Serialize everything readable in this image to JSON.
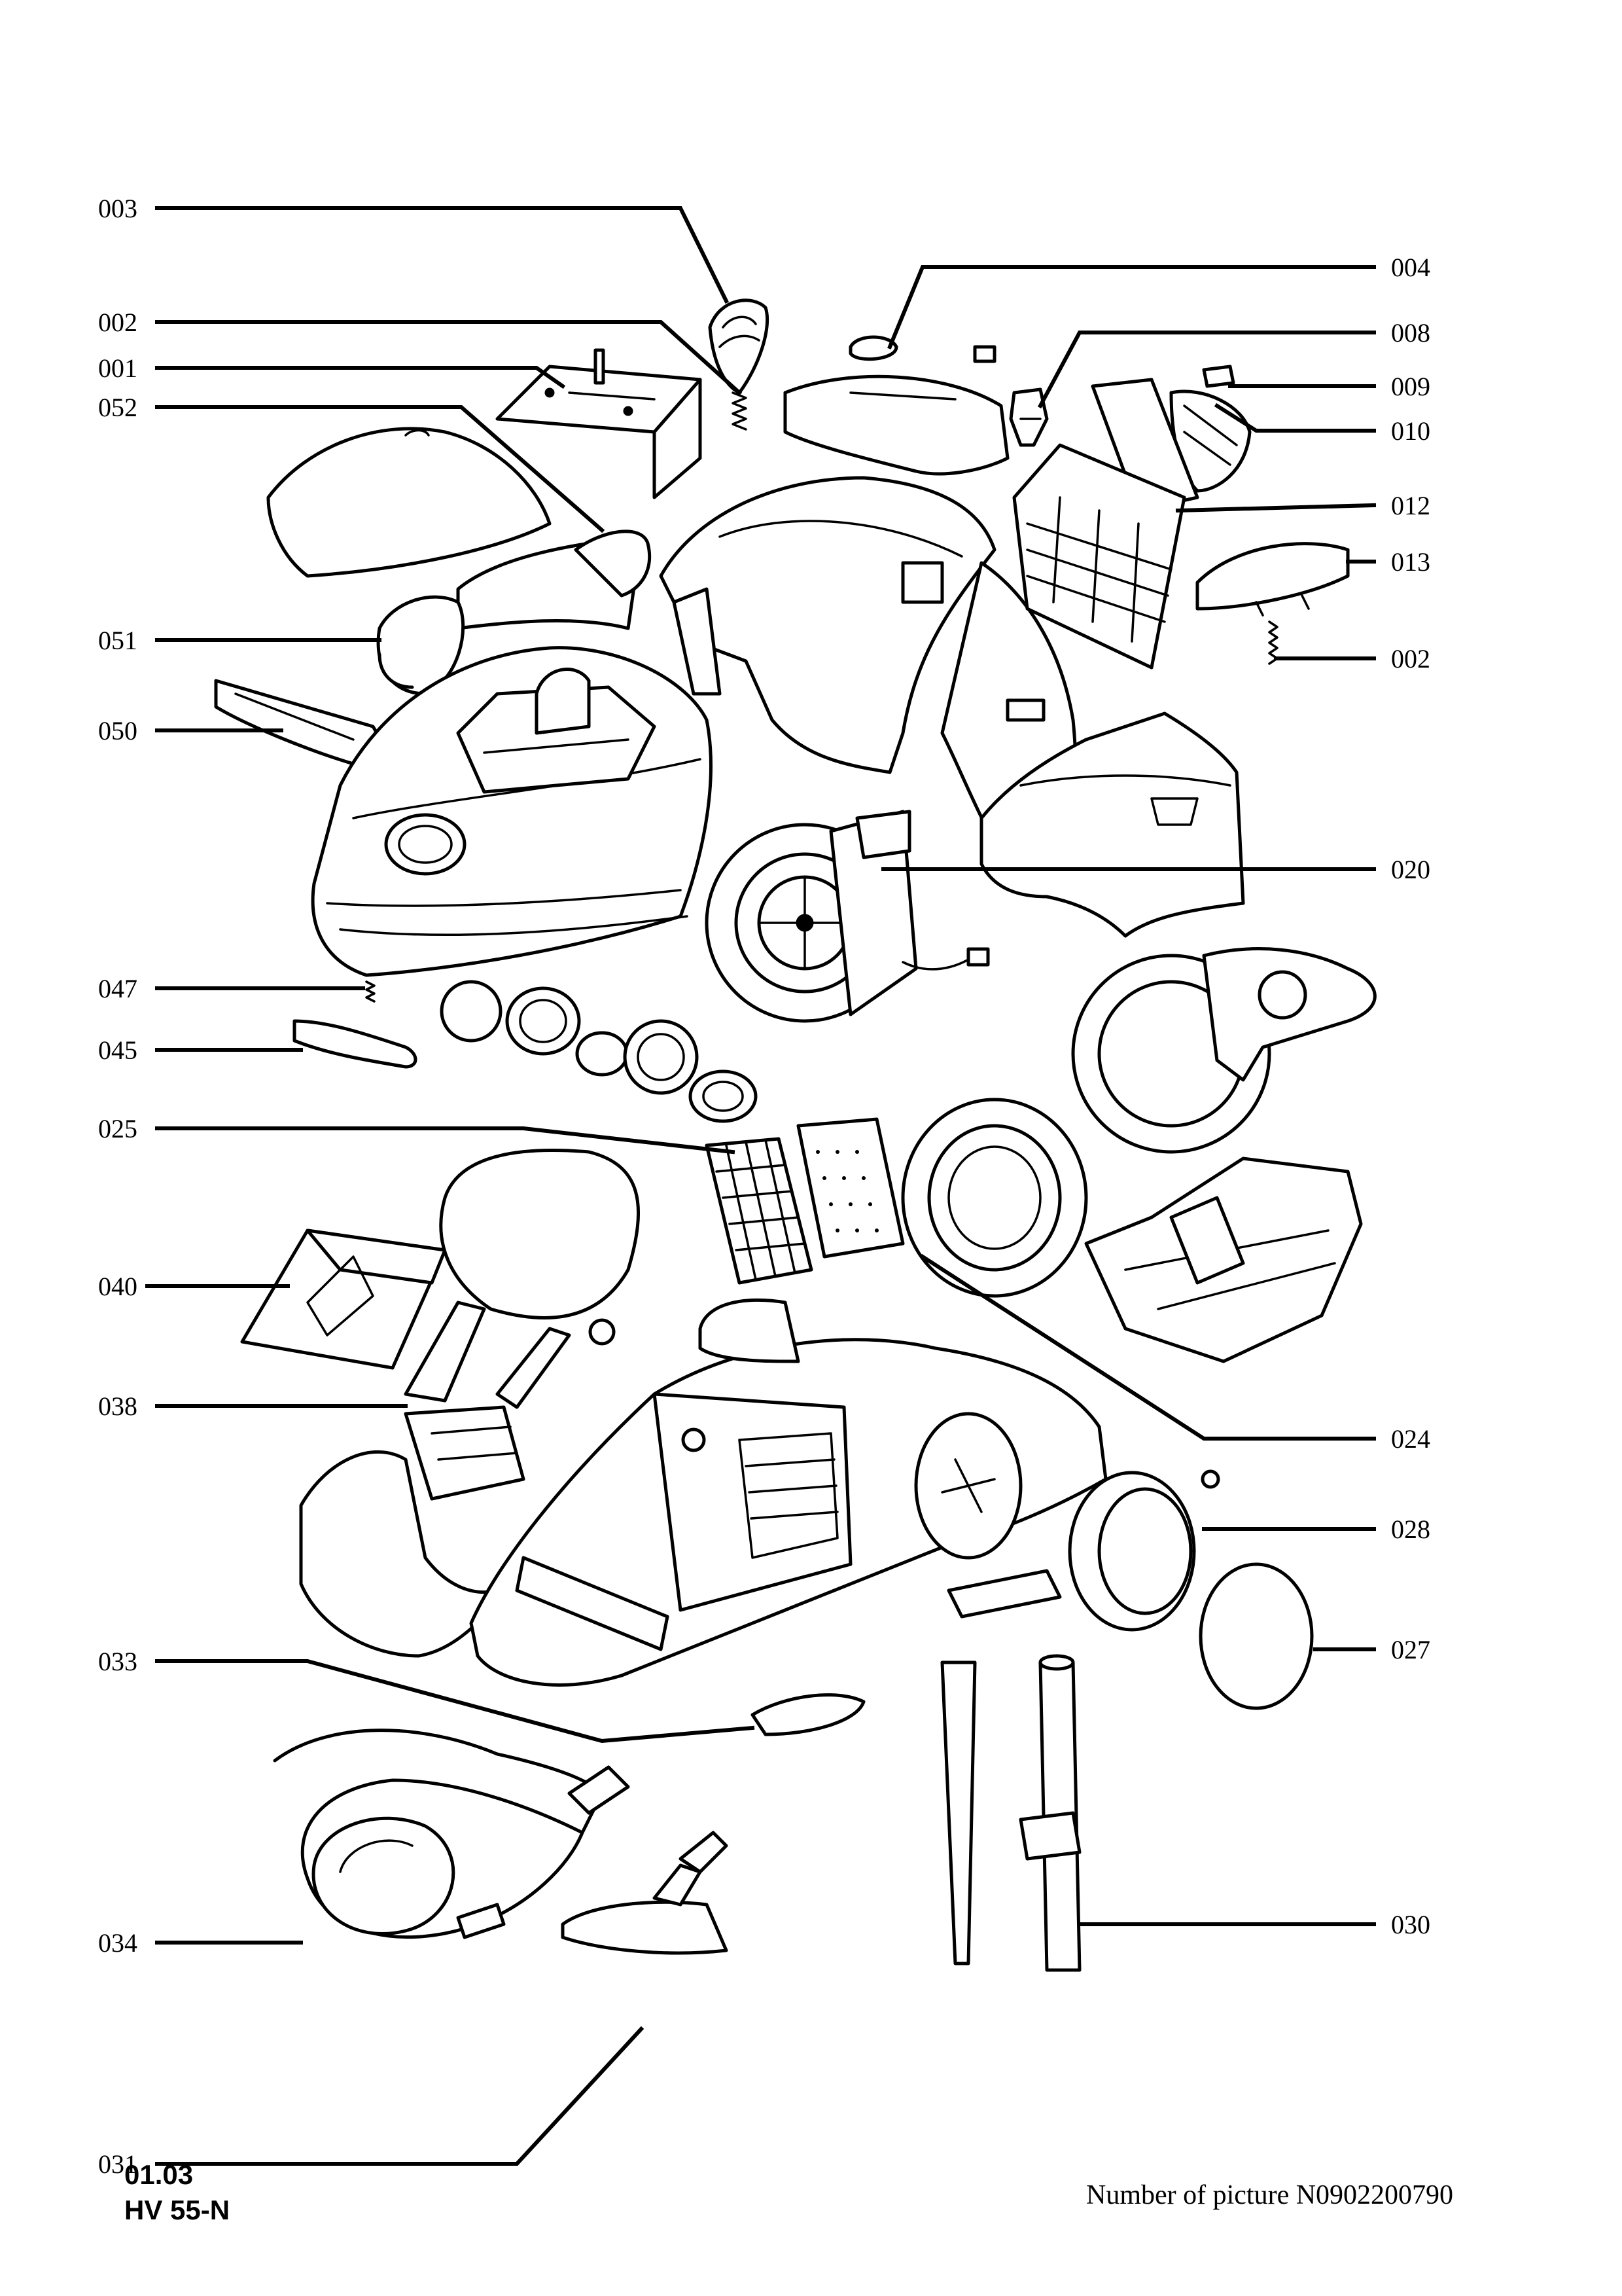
{
  "callouts": {
    "c003_left": "003",
    "c002_left": "002",
    "c001": "001",
    "c052": "052",
    "c051": "051",
    "c050": "050",
    "c047": "047",
    "c045": "045",
    "c025": "025",
    "c040": "040",
    "c038": "038",
    "c033": "033",
    "c034": "034",
    "c031": "031",
    "c004": "004",
    "c008": "008",
    "c009": "009",
    "c010": "010",
    "c012": "012",
    "c013": "013",
    "c002_right": "002",
    "c020": "020",
    "c024": "024",
    "c028": "028",
    "c027": "027",
    "c030": "030"
  },
  "footer": {
    "date": "01.03",
    "model": "HV 55-N",
    "picture_number": "Number of picture N0902200790"
  }
}
